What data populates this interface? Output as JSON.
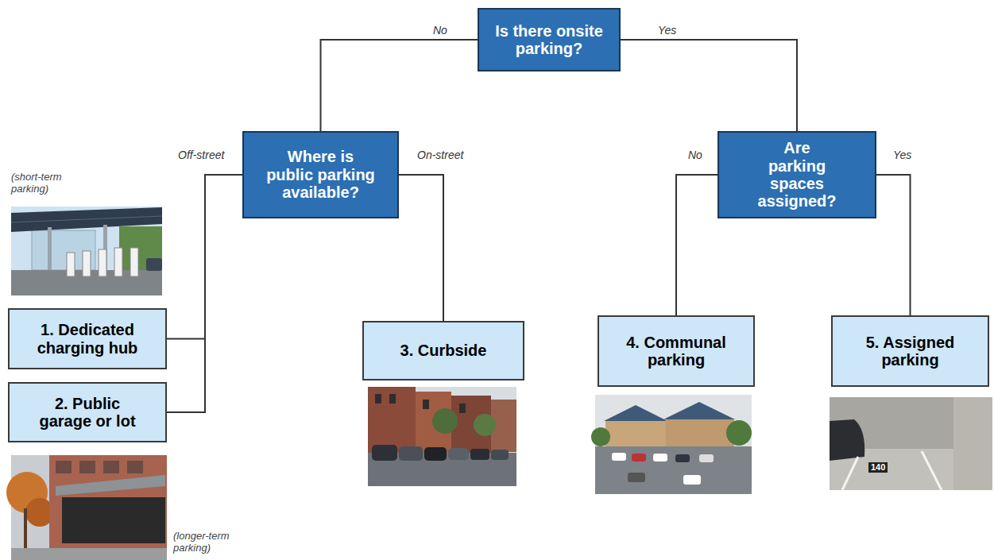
{
  "diagram": {
    "nodes": [
      {
        "text": [
          "Is there onsite parking?"
        ]
      },
      {
        "text": [
          "Where is public parking available?"
        ]
      },
      {
        "text": [
          "Are parking spaces assigned?"
        ]
      },
      {
        "text": [
          "1. Dedicated charging hub"
        ]
      },
      {
        "text": [
          "2. Public garage or lot"
        ]
      },
      {
        "text": [
          "3. Curbside"
        ]
      },
      {
        "text": [
          "4. Communal parking"
        ]
      },
      {
        "text": [
          "5. Assigned parking"
        ]
      }
    ],
    "edges": [
      {
        "from": 0,
        "to": 1,
        "label": "No",
        "arrow": "none"
      },
      {
        "from": 0,
        "to": 2,
        "label": "Yes",
        "arrow": "none"
      },
      {
        "from": 1,
        "to": 3,
        "label": "Off-street",
        "arrow": "none"
      },
      {
        "from": 1,
        "to": 4,
        "arrow": "none"
      },
      {
        "from": 1,
        "to": 5,
        "label": "On-street",
        "arrow": "none"
      },
      {
        "from": 2,
        "to": 6,
        "label": "No",
        "arrow": "none"
      },
      {
        "from": 2,
        "to": 7,
        "label": "Yes",
        "arrow": "none"
      }
    ],
    "labels": [
      "(short-term parking)",
      "(longer-term parking)",
      "140"
    ]
  }
}
